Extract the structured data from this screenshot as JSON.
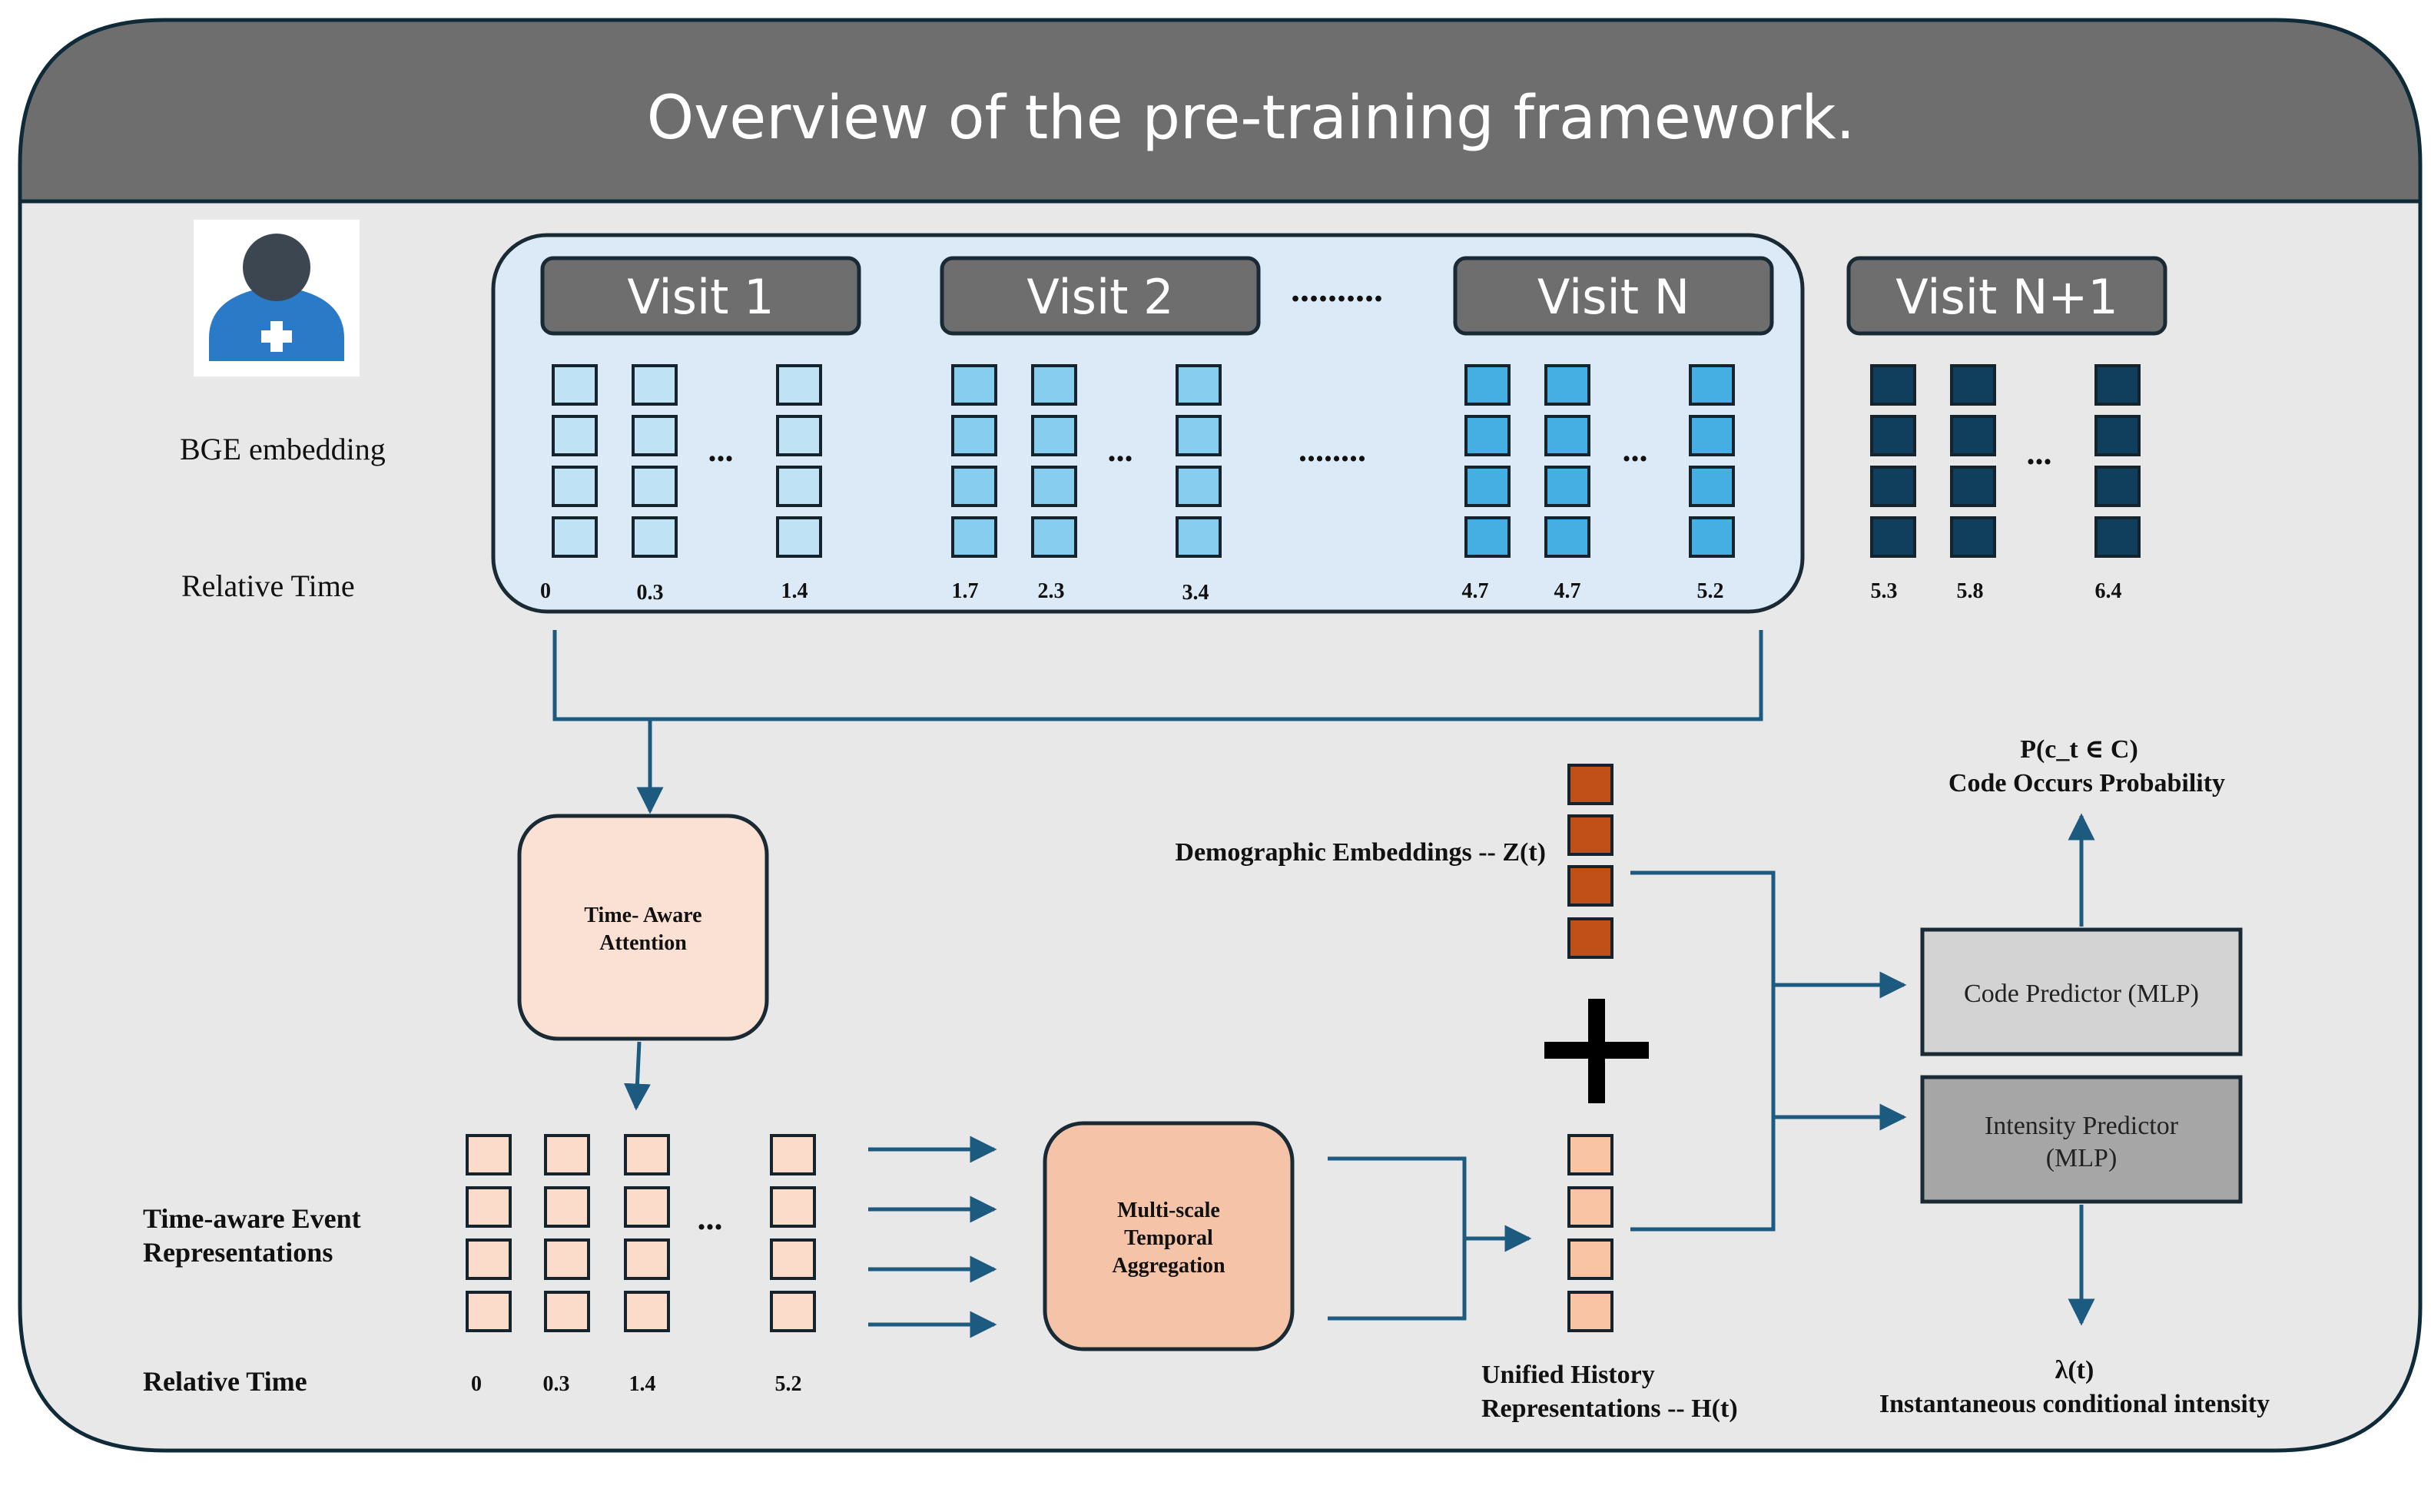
{
  "title": "Overview of the pre-training framework.",
  "visits": {
    "labels": [
      "Visit 1",
      "Visit 2",
      "Visit N",
      "Visit N+1"
    ],
    "separator": "..........",
    "colors": [
      "#bfe2f4",
      "#86cdef",
      "#45afe3",
      "#0f3f5c"
    ]
  },
  "row_labels": {
    "bge_embedding": "BGE embedding",
    "relative_time": "Relative Time"
  },
  "relative_times": {
    "visit_1": [
      "0",
      "0.3",
      "1.4"
    ],
    "visit_2": [
      "1.7",
      "2.3",
      "3.4"
    ],
    "visit_n": [
      "4.7",
      "4.7",
      "5.2"
    ],
    "visit_n1": [
      "5.3",
      "5.8",
      "6.4"
    ]
  },
  "ellipsis": "...",
  "mid_ellipsis": "........",
  "attention": {
    "line1": "Time- Aware",
    "line2": "Attention"
  },
  "event_repr": {
    "label_line1": "Time-aware Event",
    "label_line2": "Representations",
    "time_label": "Relative Time",
    "times": [
      "0",
      "0.3",
      "1.4",
      "5.2"
    ]
  },
  "aggregation": {
    "line1": "Multi-scale",
    "line2": "Temporal",
    "line3": "Aggregation"
  },
  "demographic": {
    "label": "Demographic Embeddings -- Z(t)"
  },
  "unified": {
    "line1": "Unified History",
    "line2": "Representations -- H(t)"
  },
  "code_predictor": {
    "label": "Code Predictor (MLP)"
  },
  "intensity_predictor": {
    "line1": "Intensity Predictor",
    "line2": "(MLP)"
  },
  "probability_output": {
    "line1": "P(c_t ∈ C)",
    "line2": "Code Occurs Probability"
  },
  "intensity_output": {
    "line1": "λ(t)",
    "line2": "Instantaneous conditional intensity"
  },
  "colors": {
    "header": "#6e6e6e",
    "panel": "#e8e8e8",
    "outline": "#0f2a38",
    "visit_panel": "#dce9f6",
    "arrow": "#1d5a80",
    "attention_fill": "#fbe1d4",
    "aggregation_fill": "#f5c4a8",
    "peach": "#fbdcca",
    "demographic": "#c05018",
    "history": "#f8c4a4",
    "code_box": "#d3d3d3",
    "intensity_box": "#a6a6a6"
  }
}
